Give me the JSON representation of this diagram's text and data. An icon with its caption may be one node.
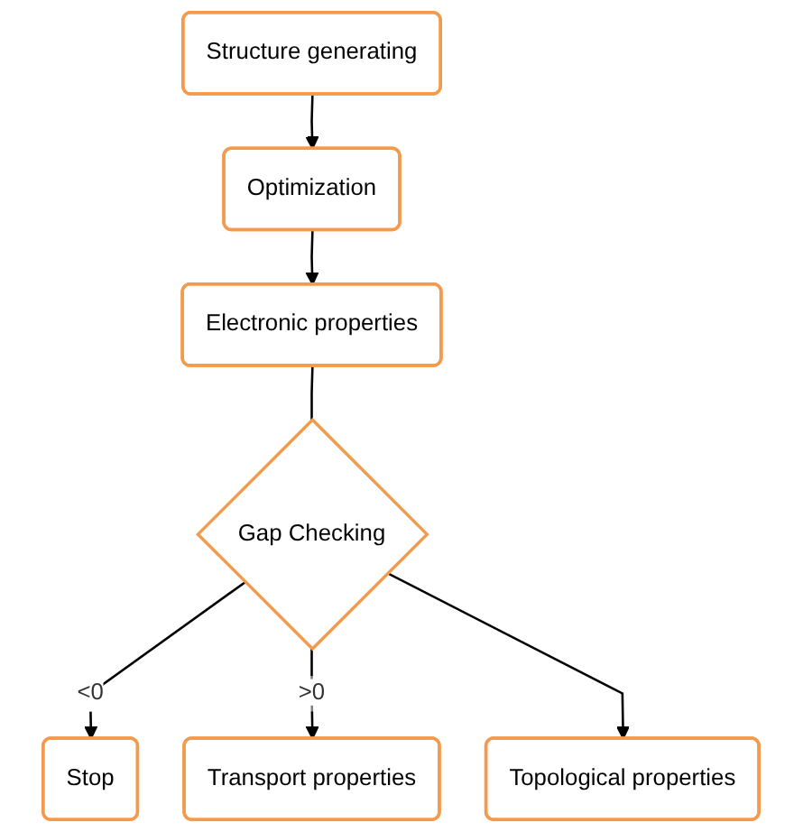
{
  "diagram": {
    "nodes": [
      {
        "text": [
          "Structure generating"
        ]
      },
      {
        "text": [
          "Optimization"
        ]
      },
      {
        "text": [
          "Electronic properties"
        ]
      },
      {
        "text": [
          "Gap Checking"
        ]
      },
      {
        "text": [
          "Stop"
        ]
      },
      {
        "text": [
          "Transport properties"
        ]
      },
      {
        "text": [
          "Topological properties"
        ]
      }
    ],
    "edges": [
      {
        "from": 0,
        "to": 1,
        "arrow": "to"
      },
      {
        "from": 1,
        "to": 2,
        "arrow": "to"
      },
      {
        "from": 2,
        "to": 3,
        "arrow": "none"
      },
      {
        "from": 3,
        "to": 4,
        "arrow": "to",
        "label": "<0"
      },
      {
        "from": 3,
        "to": 5,
        "arrow": "to",
        "label": ">0"
      },
      {
        "from": 3,
        "to": 6,
        "arrow": "to"
      }
    ]
  }
}
